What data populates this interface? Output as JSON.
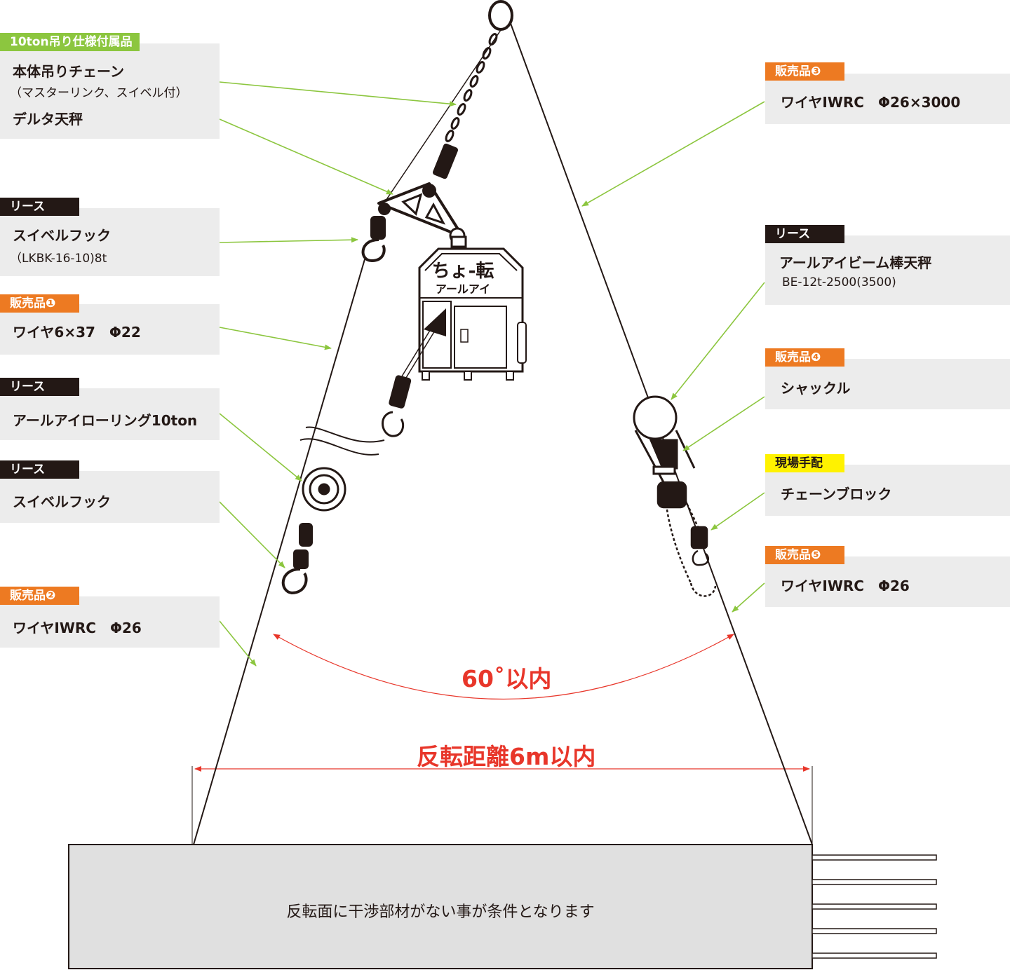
{
  "colors": {
    "accent_green": "#8cc63f",
    "tag_orange": "#ed7a22",
    "tag_black": "#231815",
    "tag_yellow": "#fff200",
    "measure_red": "#e8362a",
    "box_gray": "#ececec",
    "ground_gray": "#e0e0e0"
  },
  "callouts": [
    {
      "id": "c1",
      "tag": "10ton吊り仕様付属品",
      "tag_color": "green",
      "lines": [
        "本体吊りチェーン",
        "（マスターリンク、スイベル付）",
        "デルタ天秤"
      ]
    },
    {
      "id": "c2",
      "tag": "リース",
      "tag_color": "black",
      "lines": [
        "スイベルフック",
        "（LKBK-16-10)8t"
      ]
    },
    {
      "id": "c3",
      "tag": "販売品❶",
      "tag_color": "orange",
      "lines": [
        "ワイヤ6×37　Φ22"
      ]
    },
    {
      "id": "c4",
      "tag": "リース",
      "tag_color": "black",
      "lines": [
        "アールアイローリング10ton"
      ]
    },
    {
      "id": "c5",
      "tag": "リース",
      "tag_color": "black",
      "lines": [
        "スイベルフック"
      ]
    },
    {
      "id": "c6",
      "tag": "販売品❷",
      "tag_color": "orange",
      "lines": [
        "ワイヤIWRC　Φ26"
      ]
    },
    {
      "id": "c7",
      "tag": "販売品❸",
      "tag_color": "orange",
      "lines": [
        "ワイヤIWRC　Φ26×3000"
      ]
    },
    {
      "id": "c8",
      "tag": "リース",
      "tag_color": "black",
      "lines": [
        "アールアイビーム棒天秤",
        "BE-12t-2500(3500)"
      ]
    },
    {
      "id": "c9",
      "tag": "販売品❹",
      "tag_color": "orange",
      "lines": [
        "シャックル"
      ]
    },
    {
      "id": "c10",
      "tag": "現場手配",
      "tag_color": "yellow",
      "lines": [
        "チェーンブロック"
      ]
    },
    {
      "id": "c11",
      "tag": "販売品❺",
      "tag_color": "orange",
      "lines": [
        "ワイヤIWRC　Φ26"
      ]
    }
  ],
  "machine": {
    "brand_top": "ちょ-転",
    "brand_bottom": "アールアイ"
  },
  "measurements": {
    "angle": "60˚以内",
    "distance": "反転距離6m以内"
  },
  "ground_note": "反転面に干渉部材がない事が条件となります"
}
